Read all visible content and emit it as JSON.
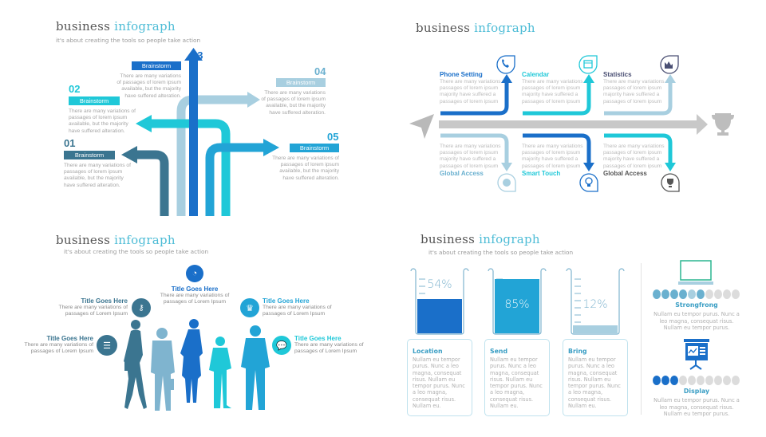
{
  "title": {
    "word1": "business",
    "word2": "infograph",
    "subtitle": "it's about creating the tools so people take action"
  },
  "q1": {
    "items": [
      {
        "num": "01",
        "tag": "Brainstorm",
        "desc": "There are many variations of passages of lorem ipsum available, but the majority have suffered alteration.",
        "color": "#3b7590"
      },
      {
        "num": "02",
        "tag": "Brainstorm",
        "desc": "There are many variations of passages of lorem ipsum available, but the majority have suffered alteration.",
        "color": "#1fc8d8"
      },
      {
        "num": "03",
        "tag": "Brainstorm",
        "desc": "There are many variations of passages of lorem ipsum available, but the majority have suffered alteration.",
        "color": "#1a6fc9"
      },
      {
        "num": "04",
        "tag": "Brainstorm",
        "desc": "There are many variations of passages of lorem ipsum available, but the majority have suffered alteration.",
        "color": "#a8cfe0"
      },
      {
        "num": "05",
        "tag": "Brainstorm",
        "desc": "There are many variations of passages of lorem ipsum available, but the majority have suffered alteration.",
        "color": "#22a4d6"
      }
    ]
  },
  "q2": {
    "top": [
      {
        "label": "Phone Setting",
        "desc": "There are many variations passages of lorem ipsum  majority have suffered  a passages of lorem ipsum",
        "color": "#1a6fc9",
        "icon": "phone-icon"
      },
      {
        "label": "Calendar",
        "desc": "There are many variations passages of lorem ipsum  majority have suffered  a passages of lorem ipsum",
        "color": "#1fc8d8",
        "icon": "calendar-icon"
      },
      {
        "label": "Statistics",
        "desc": "There are many variations passages of lorem ipsum  majority have suffered  a passages of lorem ipsum",
        "color": "#4a4f73",
        "icon": "chart-icon"
      }
    ],
    "bottom": [
      {
        "label": "Global Access",
        "desc": "There are many variations passages of lorem ipsum  majority have suffered  a passages of lorem ipsum",
        "color": "#6ab0cf",
        "icon": "globe-icon"
      },
      {
        "label": "Smart Touch",
        "desc": "There are many variations passages of lorem ipsum  majority have suffered  a passages of lorem ipsum",
        "color": "#1fc8d8",
        "icon": "bulb-icon"
      },
      {
        "label": "Global Access",
        "desc": "There are many variations passages of lorem ipsum  majority have suffered  a passages of lorem ipsum",
        "color": "#555555",
        "icon": "trophy-icon"
      }
    ]
  },
  "q3": {
    "items": [
      {
        "title": "Title Goes Here",
        "desc": "There are many variations of passages of Lorem Ipsum",
        "color": "#3b7590",
        "icon": "database-icon"
      },
      {
        "title": "Title Goes Here",
        "desc": "There are many variations of passages of Lorem Ipsum",
        "color": "#3b7590",
        "icon": "key-icon"
      },
      {
        "title": "Title Goes Here",
        "desc": "There are many variations of passages of Lorem Ipsum",
        "color": "#1a6fc9",
        "icon": "dashboard-icon"
      },
      {
        "title": "Title Goes Here",
        "desc": "There are many variations of passages of Lorem Ipsum",
        "color": "#22a4d6",
        "icon": "trophy-icon"
      },
      {
        "title": "Title Goes Here",
        "desc": "There are many variations of passages of Lorem Ipsum",
        "color": "#1fc8d8",
        "icon": "chat-icon"
      }
    ]
  },
  "q4": {
    "beakers": [
      {
        "label": "54%",
        "fill": 0.54,
        "color": "#1a6fc9",
        "card_title": "Location",
        "card_body": "Nullam eu tempor purus. Nunc a leo magna, consequat risus. Nullam eu tempor purus. Nunc a leo magna, consequat risus. Nullam eu."
      },
      {
        "label": "85%",
        "fill": 0.85,
        "color": "#22a4d6",
        "card_title": "Send",
        "card_body": "Nullam eu tempor purus. Nunc a leo magna, consequat risus. Nullam eu tempor purus. Nunc a leo magna, consequat risus. Nullam eu."
      },
      {
        "label": "12%",
        "fill": 0.12,
        "color": "#a8cfe0",
        "card_title": "Bring",
        "card_body": "Nullam eu tempor purus. Nunc a leo magna, consequat risus. Nullam eu tempor purus. Nunc a leo magna, consequat risus. Nullam eu."
      }
    ],
    "ratings": [
      {
        "label": "Strongfrong",
        "filled": 6,
        "total": 10,
        "color": "#6ab0cf",
        "icon": "laptop-icon",
        "desc": "Nullam eu tempor purus. Nunc a leo magna, consequat risus. Nullam eu tempor purus."
      },
      {
        "label": "Display",
        "filled": 3,
        "total": 10,
        "color": "#1a6fc9",
        "icon": "presentation-icon",
        "desc": "Nullam eu tempor purus. Nunc a leo magna, consequat risus. Nullam eu tempor purus."
      }
    ]
  }
}
